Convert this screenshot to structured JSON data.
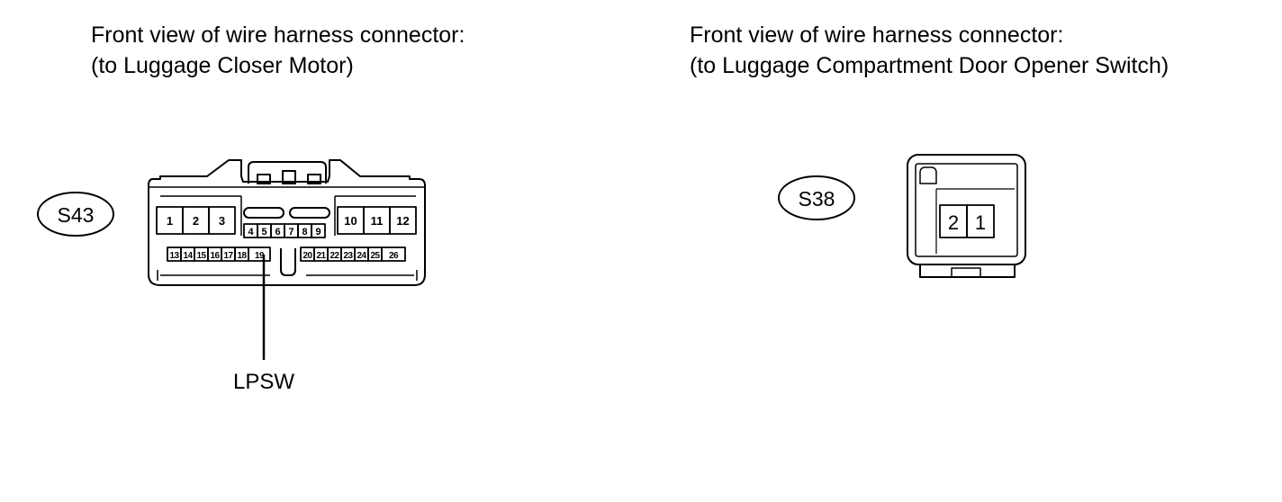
{
  "connectors": [
    {
      "id": "S43",
      "caption_line1": "Front view of wire harness connector:",
      "caption_line2": "(to Luggage Closer Motor)",
      "pins_top_left": [
        "1",
        "2",
        "3"
      ],
      "pins_top_right": [
        "10",
        "11",
        "12"
      ],
      "pins_middle": [
        "4",
        "5",
        "6",
        "7",
        "8",
        "9"
      ],
      "pins_bottom_left": [
        "13",
        "14",
        "15",
        "16",
        "17",
        "18",
        "19"
      ],
      "pins_bottom_right": [
        "20",
        "21",
        "22",
        "23",
        "24",
        "25",
        "26"
      ],
      "callout": {
        "pin": "19",
        "label": "LPSW"
      }
    },
    {
      "id": "S38",
      "caption_line1": "Front view of wire harness connector:",
      "caption_line2": "(to Luggage Compartment Door Opener Switch)",
      "pins": [
        "2",
        "1"
      ]
    }
  ]
}
